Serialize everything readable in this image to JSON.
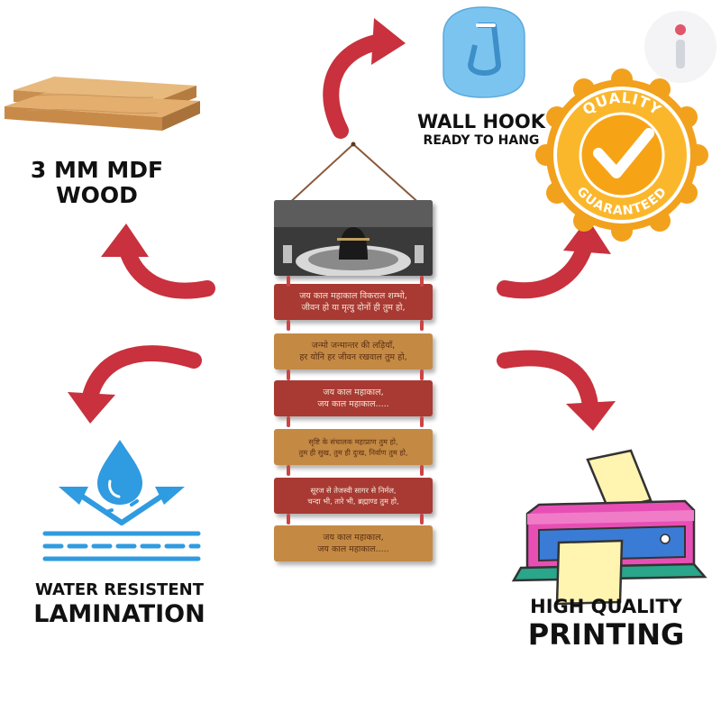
{
  "features": {
    "mdf": {
      "line1": "3 MM MDF",
      "line2": "WOOD"
    },
    "hook": {
      "title": "WALL HOOK",
      "subtitle": "READY TO HANG"
    },
    "quality_badge": {
      "top": "QUALITY",
      "bottom": "GUARANTEED"
    },
    "water": {
      "line1": "WATER RESISTENT",
      "line2": "LAMINATION"
    },
    "printing": {
      "line1": "HIGH QUALITY",
      "line2": "PRINTING"
    }
  },
  "brand_mark": "i",
  "sign": {
    "planks": [
      {
        "color": "red",
        "lines": [
          "जय काल महाकाल विकराल शम्भो,",
          "जीवन हो या मृत्यु दोनों ही तुम हो,"
        ]
      },
      {
        "color": "tan",
        "lines": [
          "जन्मो जन्मान्तर की लड़ियाँ,",
          "हर योनि हर जीवन रखवाल तुम हो,"
        ]
      },
      {
        "color": "red",
        "lines": [
          "जय काल महाकाल,",
          "जय काल महाकाल....."
        ]
      },
      {
        "color": "tan",
        "lines": [
          "सृष्टि के संचालक महाप्राण तुम हो,",
          "तुम ही सुख, तुम ही दुःख, निर्वाण तुम हो,"
        ]
      },
      {
        "color": "red",
        "lines": [
          "सूरज से तेजस्वी सागर से निर्मल,",
          "चन्दा भी, तारे भी, ब्रह्माण्ड तुम हो,"
        ]
      },
      {
        "color": "tan",
        "lines": [
          "जय काल महाकाल,",
          "जय काल महाकाल....."
        ]
      }
    ]
  },
  "colors": {
    "arrow": "#c8313d",
    "wood": "#d9a066",
    "badge": "#f5a623",
    "water": "#2f9be0",
    "printer": "#3a7bd5"
  }
}
